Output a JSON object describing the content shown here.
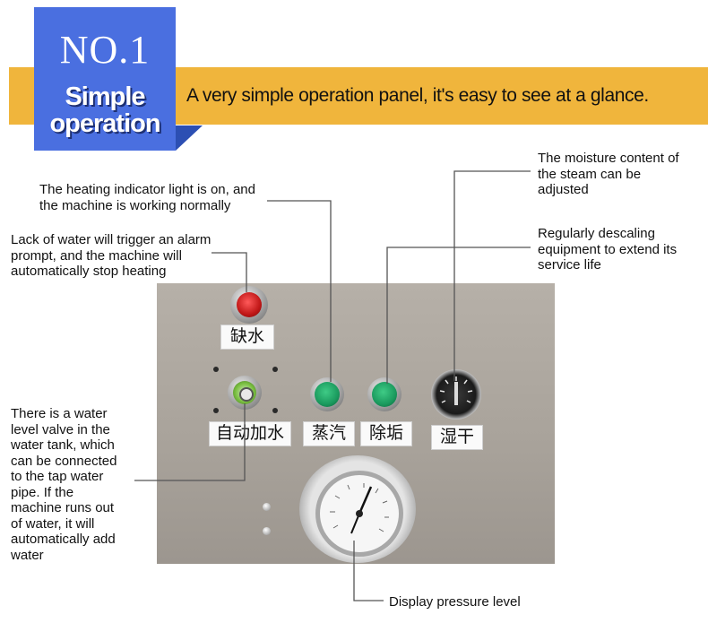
{
  "badge": {
    "number": "NO.1",
    "title_line1": "Simple",
    "title_line2": "operation"
  },
  "banner": {
    "text": "A very simple operation panel, it's easy to see at a glance."
  },
  "annotations": {
    "heating": "The heating indicator light is on, and\nthe machine is working normally",
    "water_alarm": "Lack of water will trigger an alarm\nprompt, and the machine will\nautomatically stop heating",
    "water_valve": "There is a water\nlevel valve in the\nwater tank, which\ncan be connected\nto the tap water\npipe. If the\nmachine runs out\nof water, it will\nautomatically add\nwater",
    "moisture": "The moisture content of\nthe steam can be\nadjusted",
    "descaling": "Regularly descaling\nequipment to extend its\nservice life",
    "pressure": "Display pressure level"
  },
  "panel_labels": {
    "water_shortage": "缺水",
    "auto_fill": "自动加水",
    "steam": "蒸汽",
    "descale": "除垢",
    "wet_dry": "湿干"
  },
  "colors": {
    "badge_blue": "#4a6fe0",
    "banner_gold": "#f0b53c",
    "indicator_red": "#c01717",
    "button_green": "#1a9a5e",
    "auto_fill_green": "#7bc142"
  }
}
